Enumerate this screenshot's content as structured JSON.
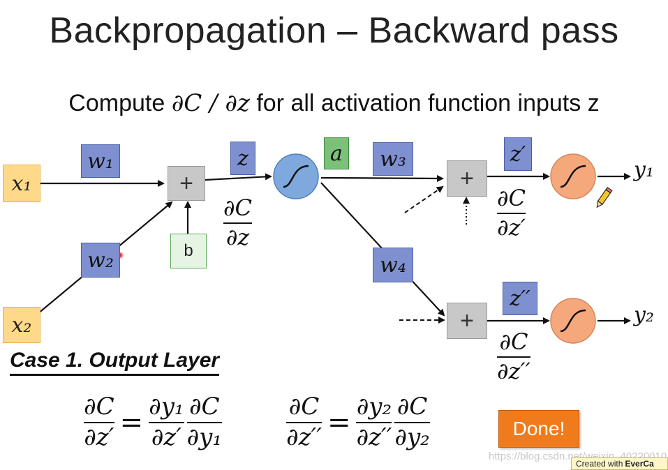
{
  "title": "Backpropagation – Backward pass",
  "subtitle": {
    "prefix": "Compute ",
    "math": "∂C / ∂z",
    "suffix": " for all activation function inputs z"
  },
  "nodes": {
    "x1": "x₁",
    "x2": "x₂",
    "w1": "w₁",
    "w2": "w₂",
    "w3": "w₃",
    "w4": "w₄",
    "z": "z",
    "a": "a",
    "b": "b",
    "z_prime": "z′",
    "z_dprime": "z′′",
    "y1": "y₁",
    "y2": "y₂",
    "plus": "+"
  },
  "gradients": {
    "dC_dz": {
      "num": "∂C",
      "den": "∂z"
    },
    "dC_dz_prime": {
      "num": "∂C",
      "den": "∂z′"
    },
    "dC_dz_dprime": {
      "num": "∂C",
      "den": "∂z′′"
    }
  },
  "case_label": "Case 1. Output Layer",
  "equations": {
    "eq1": {
      "lhs": {
        "num": "∂C",
        "den": "∂z′"
      },
      "equals": "=",
      "f1": {
        "num": "∂y₁",
        "den": "∂z′"
      },
      "f2": {
        "num": "∂C",
        "den": "∂y₁"
      }
    },
    "eq2": {
      "lhs": {
        "num": "∂C",
        "den": "∂z′′"
      },
      "equals": "=",
      "f1": {
        "num": "∂y₂",
        "den": "∂z′′"
      },
      "f2": {
        "num": "∂C",
        "den": "∂y₂"
      }
    }
  },
  "done_button": "Done!",
  "watermark": "https://blog.csdn.net/weixin_40220010",
  "stamp": {
    "prefix": "Created with",
    "brand": "EverCa"
  },
  "colors": {
    "input_box": "#ffd98a",
    "weight_box": "#7e90d0",
    "activation_box": "#7cc07a",
    "neuron_blue": "#7fa9dd",
    "neuron_orange": "#f4a87c",
    "done_button": "#f07b1c"
  }
}
